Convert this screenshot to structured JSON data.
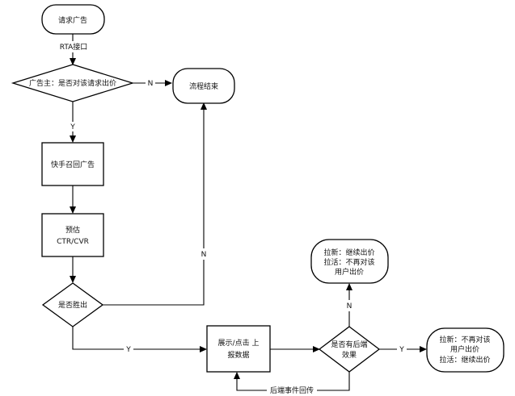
{
  "nodes": {
    "start": "请求广告",
    "decision_bid": "广告主：是否对该请求出价",
    "end": "流程结束",
    "recall": "快手召回广告",
    "estimate_line1": "预估",
    "estimate_line2": "CTR/CVR",
    "decision_win": "是否胜出",
    "report_line1": "展示/点击 上",
    "report_line2": "报数据",
    "decision_post_line1": "是否有后端",
    "decision_post_line2": "效果",
    "outcome_up_line1": "拉新：继续出价",
    "outcome_up_line2": "拉活：不再对该",
    "outcome_up_line3": "用户出价",
    "outcome_right_line1": "拉新：不再对该",
    "outcome_right_line2": "用户出价",
    "outcome_right_line3": "拉活：继续出价"
  },
  "edges": {
    "rta": "RTA接口",
    "bid_no": "N",
    "bid_yes": "Y",
    "win_no": "N",
    "win_yes": "Y",
    "post_no": "N",
    "post_yes": "Y",
    "callback": "后端事件回传"
  }
}
